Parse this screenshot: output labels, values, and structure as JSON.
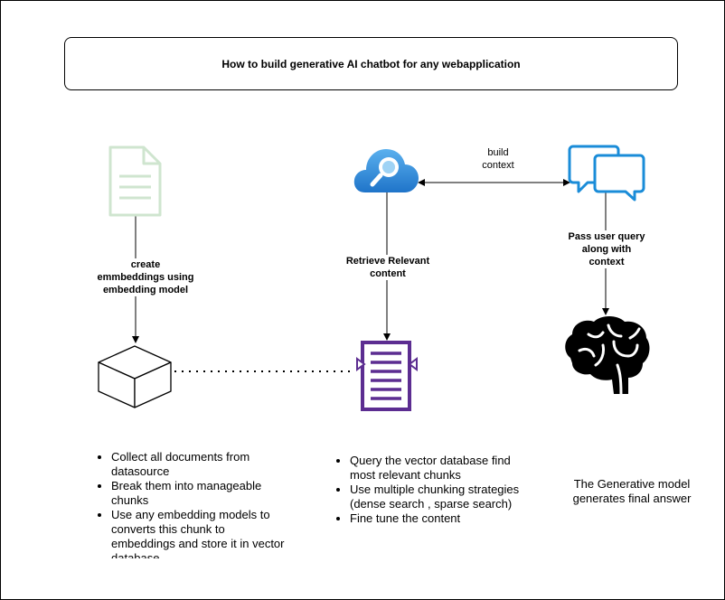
{
  "title": "How to build generative AI chatbot for any webapplication",
  "labels": {
    "create_embeddings": "create\nemmbeddings using\nembedding model",
    "retrieve": "Retrieve Relevant\ncontent",
    "build_context": "build\ncontext",
    "pass_query": "Pass user query\nalong with\ncontext"
  },
  "left_bullets": [
    "Collect all documents from datasource",
    "Break them into manageable chunks",
    "Use any embedding models to converts this chunk to embeddings and store it in vector database"
  ],
  "middle_bullets": [
    "Query the vector database find most relevant chunks",
    "Use multiple chunking strategies (dense search , sparse search)",
    "Fine tune the content"
  ],
  "answer_text": "The Generative model generates final answer",
  "icons": {
    "document": "document-icon",
    "search_cloud": "cloud-search-icon",
    "chat": "chat-bubbles-icon",
    "cube": "vector-database-cube-icon",
    "chunks": "content-chunks-icon",
    "brain": "brain-icon"
  },
  "colors": {
    "document_green": "#cfe5cf",
    "cloud_blue": "#2f8fdc",
    "chat_blue": "#1a8cd8",
    "chunks_purple": "#5c2d91"
  }
}
